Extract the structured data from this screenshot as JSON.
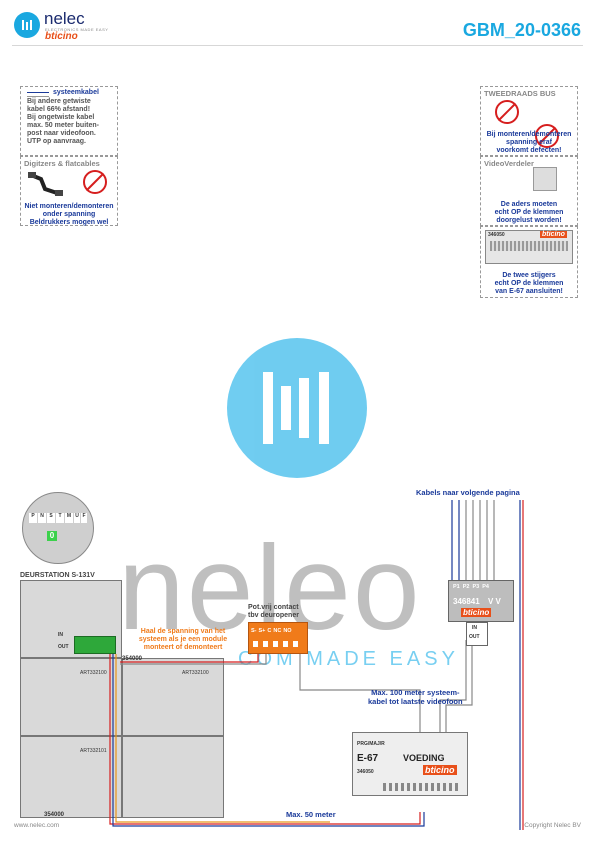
{
  "header": {
    "brand": "nelec",
    "brand_tagline": "ELECTRONICS MADE EASY",
    "sub_brand": "bticino",
    "doc_id": "GBM_20-0366"
  },
  "panel_cable": {
    "title": "systeemkabel",
    "lines": [
      "Bij andere getwiste",
      "kabel 66% afstand!",
      "Bij ongetwiste kabel",
      "max. 50 meter buiten-",
      "post naar videofoon.",
      "UTP op aanvraag."
    ]
  },
  "panel_digitizer": {
    "title": "Digitzers & flatcables",
    "lines": [
      "Niet monteren/demonteren",
      "onder spanning",
      "Beldrukkers mogen wel"
    ]
  },
  "panel_bus": {
    "title": "TWEEDRAADS BUS",
    "lines": [
      "Bij monteren/demonteren",
      "spanning eraf",
      "voorkomt defecten!"
    ]
  },
  "panel_vv": {
    "title": "VideoVerdeler",
    "lines": [
      "De aders moeten",
      "echt OP de klemmen",
      "doorgelust worden!"
    ]
  },
  "panel_346050": {
    "code": "346050",
    "brand": "bticino",
    "lines": [
      "De twee stijgers",
      "echt OP de klemmen",
      "van E-67 aansluiten!"
    ]
  },
  "diagram": {
    "keypad": [
      "P",
      "N",
      "S",
      "T",
      "M",
      "U",
      "F"
    ],
    "keypad_digit": "0",
    "station_title": "DEURSTATION S-131V",
    "module_code_a": "ART332100",
    "module_code_b": "ART332100",
    "module_code_c": "ART332101",
    "contact_title": [
      "Pot.vrij contact",
      "tbv deuropener"
    ],
    "contact_terminals": [
      "S-",
      "S+",
      "C",
      "NC",
      "NO"
    ],
    "warning": [
      "Haal de spanning van het",
      "systeem als je een module",
      "monteert of demonteert"
    ],
    "label_354000_top": "354000",
    "label_354000_bot": "354000",
    "in_label": "IN",
    "out_label": "OUT",
    "next_page": "Kabels naar volgende pagina",
    "vv_code": "346841",
    "vv_ports": [
      "P1",
      "P2",
      "P3",
      "P4"
    ],
    "vv_suffix": "V V",
    "vv_brand": "bticino",
    "max100": [
      "Max. 100 meter systeem-",
      "kabel tot laatste videofoon"
    ],
    "psu_prg": "PRG/MAJ/R",
    "psu_model": "E-67",
    "psu_name": "VOEDING",
    "psu_code": "346050",
    "psu_brand": "bticino",
    "max50": "Max. 50 meter"
  },
  "watermark": {
    "text": "neleo",
    "tagline": "COM MADE EASY"
  },
  "footer": {
    "left": "www.nelec.com",
    "right": "Copyright Nelec BV"
  }
}
